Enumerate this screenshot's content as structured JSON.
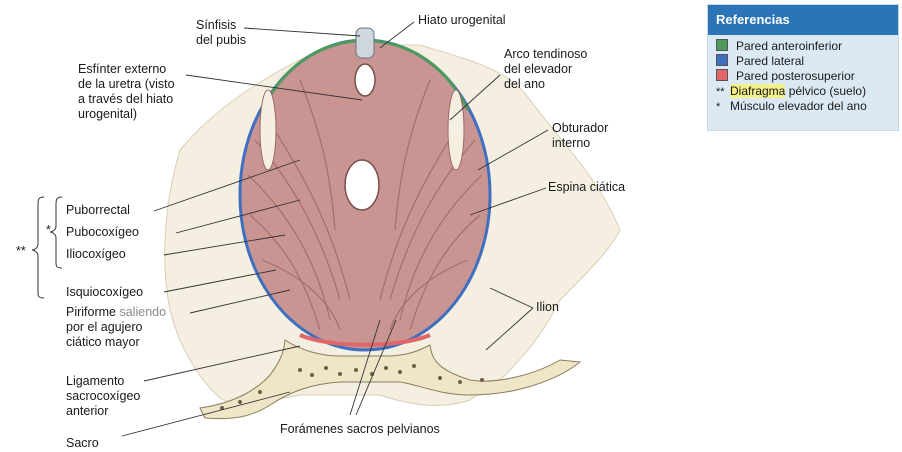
{
  "labels": {
    "sinfisis": [
      "Sínfisis",
      "del pubis"
    ],
    "hiato": "Hiato urogenital",
    "esfinter": [
      "Esfínter externo",
      "de la uretra (visto",
      "a través del hiato",
      "urogenital)"
    ],
    "arco": [
      "Arco tendinoso",
      "del elevador",
      "del ano"
    ],
    "obturador": [
      "Obturador",
      "interno"
    ],
    "espina": "Espina ciática",
    "puborrectal": "Puborrectal",
    "pubocoxigeo": "Pubocoxígeo",
    "iliocoxigeo": "Iliocoxígeo",
    "isquiocoxigeo": "Isquiocoxígeo",
    "piriforme": {
      "line1_a": "Piriforme ",
      "line1_b": "saliendo",
      "line2": "por el agujero",
      "line3": "ciático mayor"
    },
    "ilion": "Ilion",
    "ligamento": [
      "Ligamento",
      "sacrocoxígeo",
      "anterior"
    ],
    "sacro": "Sacro",
    "foramenes": "Forámenes sacros pelvianos",
    "bracket_single": "*",
    "bracket_double": "**"
  },
  "references": {
    "title": "Referencias",
    "items": [
      {
        "marker": "swatch",
        "color": "#4e9a5a",
        "text": "Pared anteroinferior"
      },
      {
        "marker": "swatch",
        "color": "#3f6fc0",
        "text": "Pared lateral"
      },
      {
        "marker": "swatch",
        "color": "#e0666a",
        "text": "Pared posterosuperior"
      },
      {
        "marker": "**",
        "text_highlight": "Diafragma",
        "text": " pélvico (suelo)"
      },
      {
        "marker": "*",
        "text": "Músculo elevador del ano"
      }
    ]
  },
  "colors": {
    "muscle": "#c99593",
    "muscle_dark": "#9e6763",
    "bone": "#efe6c8",
    "green_edge": "#4e9a5a",
    "blue_edge": "#3f6fc0",
    "red_edge": "#e0666a",
    "ref_header": "#2a74b7",
    "ref_bg": "#dbe9f4",
    "highlight": "#f4f08a"
  }
}
